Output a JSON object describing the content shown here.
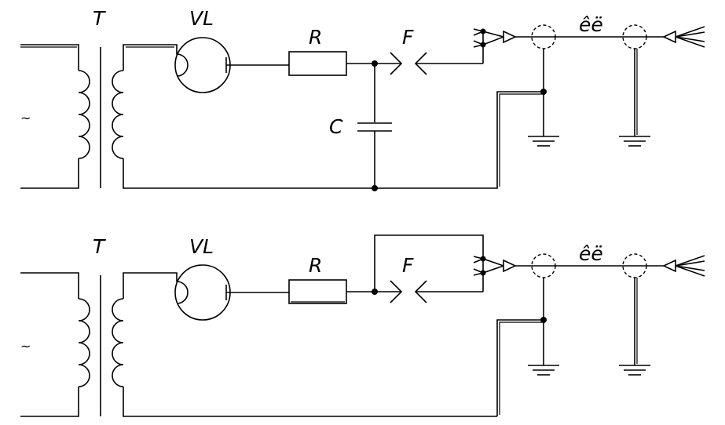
{
  "circuits": [
    {
      "id": "top",
      "labels": {
        "transformer": "T",
        "tube": "VL",
        "resistor": "R",
        "capacitor": "C",
        "spark_gap": "F",
        "cable": "êë",
        "ac_source": "~"
      }
    },
    {
      "id": "bottom",
      "labels": {
        "transformer": "T",
        "tube": "VL",
        "resistor": "R",
        "spark_gap": "F",
        "cable": "êë",
        "ac_source": "~"
      }
    }
  ]
}
